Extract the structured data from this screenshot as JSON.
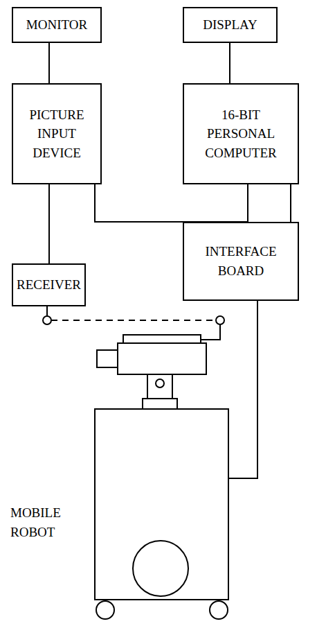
{
  "diagram": {
    "nodes": [
      {
        "text": [
          "MONITOR"
        ]
      },
      {
        "text": [
          "DISPLAY"
        ]
      },
      {
        "text": [
          "PICTURE INPUT DEVICE"
        ]
      },
      {
        "text": [
          "16-BIT PERSONAL COMPUTER"
        ]
      },
      {
        "text": [
          "RECEIVER"
        ]
      },
      {
        "text": [
          "INTERFACE BOARD"
        ]
      }
    ],
    "edges": [
      {
        "from": 0,
        "to": 2,
        "arrow": "none"
      },
      {
        "from": 1,
        "to": 3,
        "arrow": "none"
      },
      {
        "from": 2,
        "to": 3,
        "arrow": "none"
      },
      {
        "from": 2,
        "to": 4,
        "arrow": "none"
      },
      {
        "from": 3,
        "to": 5,
        "arrow": "none"
      }
    ],
    "labels": [
      "MOBILE ROBOT"
    ]
  }
}
